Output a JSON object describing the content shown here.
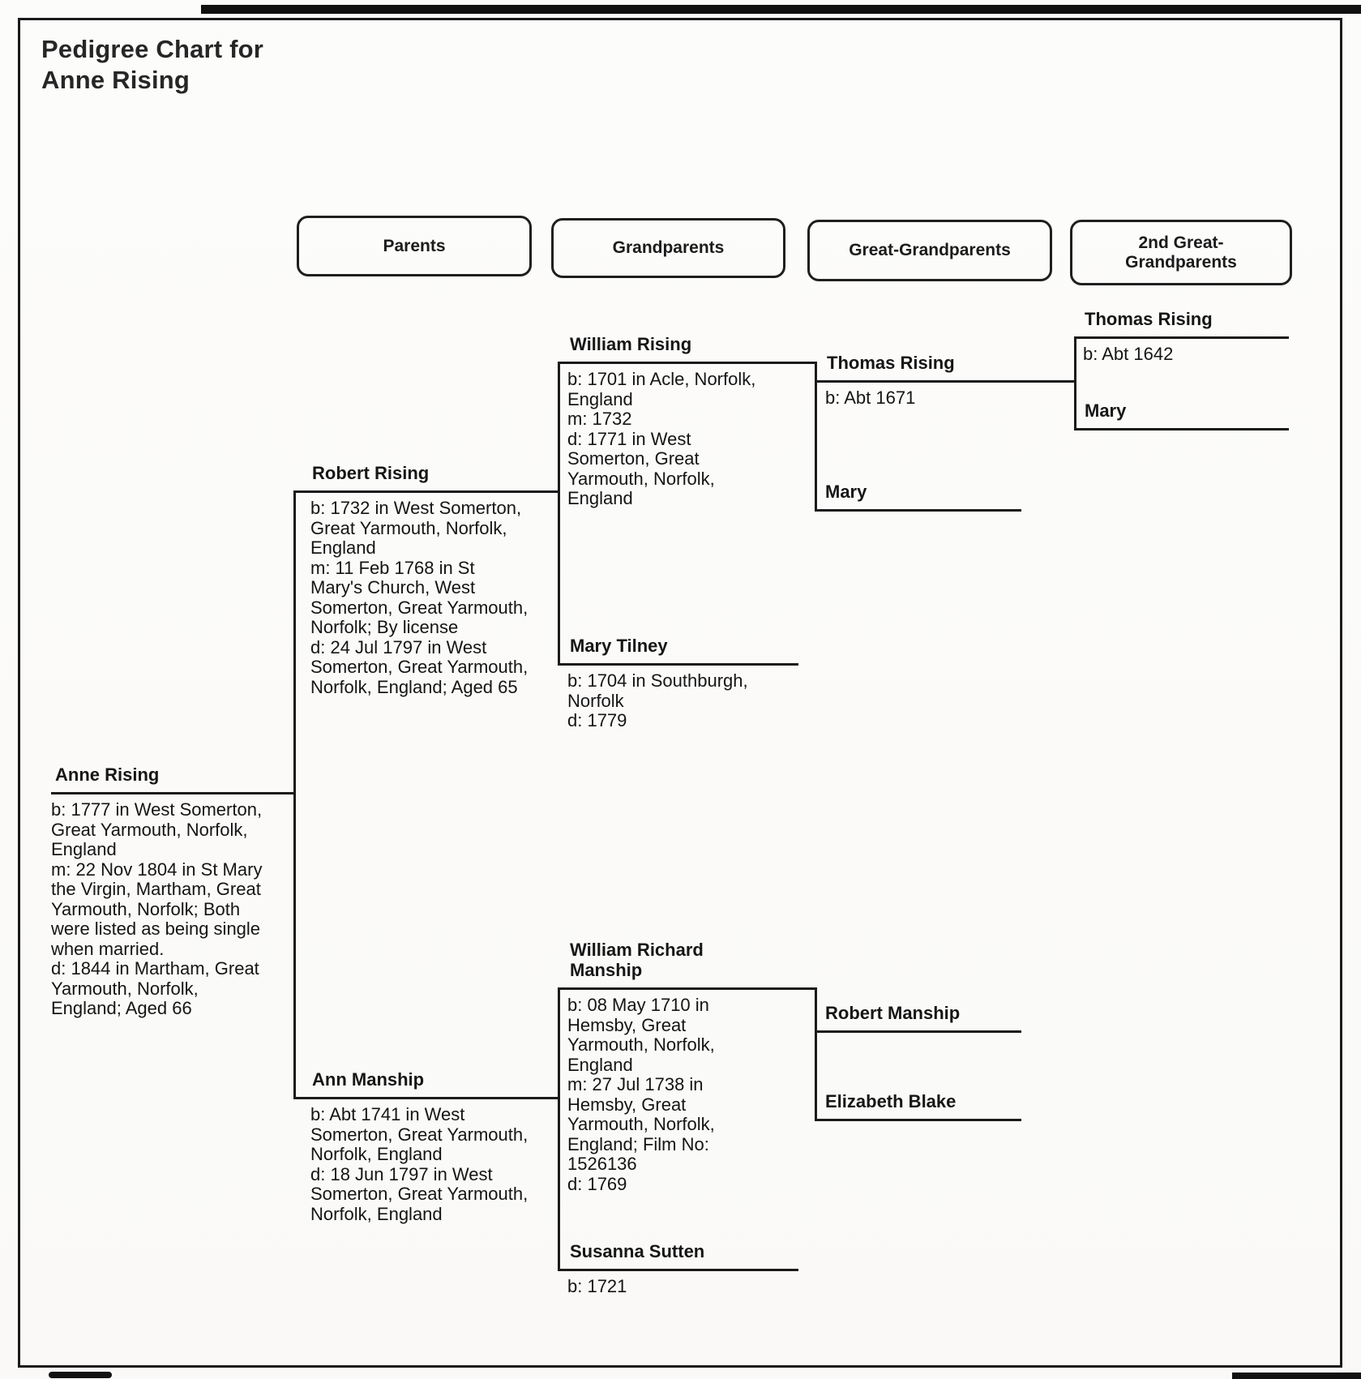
{
  "document": {
    "type": "pedigree-chart-scan",
    "ink_color": "#1b1b1b",
    "paper_color": "#fcfcfb"
  },
  "title": {
    "line1": "Pedigree Chart for",
    "line2": "Anne Rising"
  },
  "column_headers": {
    "parents": "Parents",
    "grandparents": "Grandparents",
    "great_grandparents": "Great-Grandparents",
    "second_great_grandparents": "2nd Great-Grandparents"
  },
  "persons": [
    {
      "name": "Anne Rising",
      "b": "b: 1777 in West Somerton, Great Yarmouth, Norfolk, England",
      "m": "m: 22 Nov 1804 in St Mary the Virgin, Martham, Great Yarmouth, Norfolk; Both were listed as being single when married.",
      "d": "d: 1844 in Martham, Great Yarmouth, Norfolk, England; Aged 66"
    },
    {
      "name": "Robert Rising",
      "b": "b: 1732 in West Somerton, Great Yarmouth, Norfolk, England",
      "m": "m: 11 Feb 1768 in St Mary's Church, West Somerton, Great Yarmouth, Norfolk; By license",
      "d": "d: 24 Jul 1797 in West Somerton, Great Yarmouth, Norfolk, England; Aged 65"
    },
    {
      "name": "Ann Manship",
      "b": "b: Abt 1741 in West Somerton, Great Yarmouth, Norfolk, England",
      "d": "d: 18 Jun 1797 in West Somerton, Great Yarmouth, Norfolk, England"
    },
    {
      "name": "William Rising",
      "b": "b: 1701 in Acle, Norfolk, England",
      "m": "m: 1732",
      "d": "d: 1771 in West Somerton, Great Yarmouth, Norfolk, England"
    },
    {
      "name": "Mary Tilney",
      "b": "b: 1704 in Southburgh, Norfolk",
      "d": "d: 1779"
    },
    {
      "name": "William Richard Manship",
      "b": "b: 08 May 1710 in Hemsby, Great Yarmouth, Norfolk, England",
      "m": "m: 27 Jul 1738 in Hemsby, Great Yarmouth, Norfolk, England; Film No: 1526136",
      "d": "d: 1769"
    },
    {
      "name": "Susanna Sutten",
      "b": "b: 1721"
    },
    {
      "name": "Thomas Rising",
      "b": "b: Abt 1671"
    },
    {
      "name": "Mary"
    },
    {
      "name": "Robert Manship"
    },
    {
      "name": "Elizabeth Blake"
    },
    {
      "name": "Thomas Rising",
      "b": "b: Abt 1642"
    },
    {
      "name": "Mary"
    }
  ]
}
